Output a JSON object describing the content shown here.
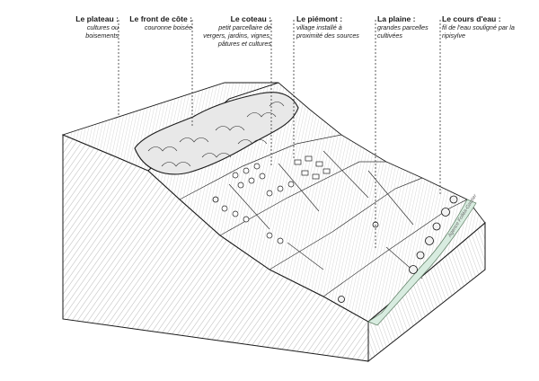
{
  "labels": {
    "plateau": {
      "title": "Le plateau :",
      "desc": "cultures ou boisements"
    },
    "front": {
      "title": "Le front de côte :",
      "desc": "couronne boisée"
    },
    "coteau": {
      "title": "Le coteau :",
      "desc": "petit parcellaire de vergers, jardins, vignes, pâtures et cultures"
    },
    "piemont": {
      "title": "Le piémont :",
      "desc": "village installé à proximité des sources"
    },
    "plaine": {
      "title": "La plaine :",
      "desc": "grandes parcelles cultivées"
    },
    "cours": {
      "title": "Le cours d'eau :",
      "desc": "fil de l'eau souligné par la ripisylve"
    }
  },
  "credit": "Agence Folléa-Gautier",
  "colors": {
    "ink": "#1a1a1a",
    "water": "#d8ece0",
    "soil": "#ffffff"
  }
}
